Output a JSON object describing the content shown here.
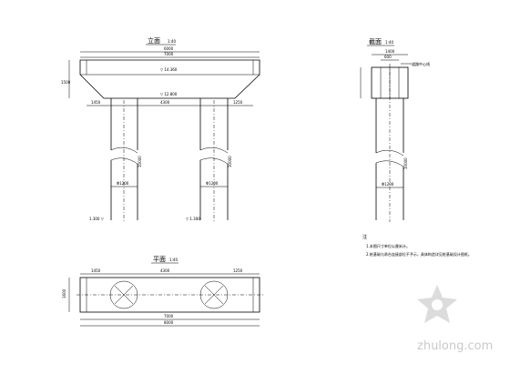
{
  "views": {
    "elevation": {
      "title": "立面",
      "scale": "1:40"
    },
    "section": {
      "title": "截面",
      "scale": "1:40",
      "centerline_label": "道路中心线"
    },
    "plan": {
      "title": "平面",
      "scale": "1:40"
    }
  },
  "notes": {
    "heading": "注",
    "items": [
      "1.本图尺寸单位以厘米计。",
      "2.桩基础与承台连接部位不予示，具体构造详见桩基础设计图纸。"
    ]
  },
  "dimensions": {
    "cap_width": "6000",
    "overall_width": "7000",
    "cap_top_elev": "▽ 14.360",
    "cap_bottom_elev": "▽ 12.800",
    "pile_spacing": "4300",
    "edge_left": "1450",
    "edge_right": "1250",
    "pile_dia_left": "Φ1200",
    "pile_dia_right": "Φ1200",
    "pile_length_left": "10000",
    "pile_length_right": "10000",
    "cap_height": "1500",
    "bottom_elev_left": "1.300 ▽",
    "bottom_elev_right": "▽ 1.300",
    "section_width": "1400",
    "section_offset": "600",
    "section_pile_dia": "Φ1200",
    "section_length": "10000",
    "plan_spacing": "4300",
    "plan_edge_left": "1450",
    "plan_edge_right": "1250",
    "plan_width": "7000",
    "plan_total": "8000",
    "plan_depth": "1600"
  },
  "watermark": {
    "text": "zhulong.com"
  }
}
